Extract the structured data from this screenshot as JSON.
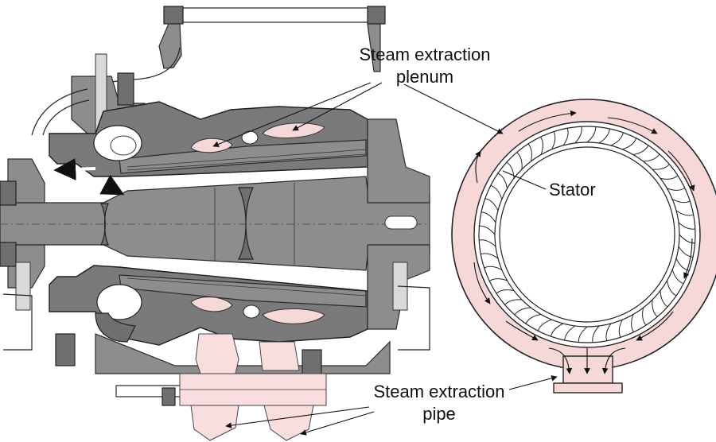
{
  "labels": {
    "plenum_line1": "Steam extraction",
    "plenum_line2": "plenum",
    "stator": "Stator",
    "pipe_line1": "Steam extraction",
    "pipe_line2": "pipe"
  },
  "colors": {
    "plenum_fill": "#f6d8d8",
    "casing": "#7a7a7a",
    "rotor": "#8d8d8d"
  }
}
